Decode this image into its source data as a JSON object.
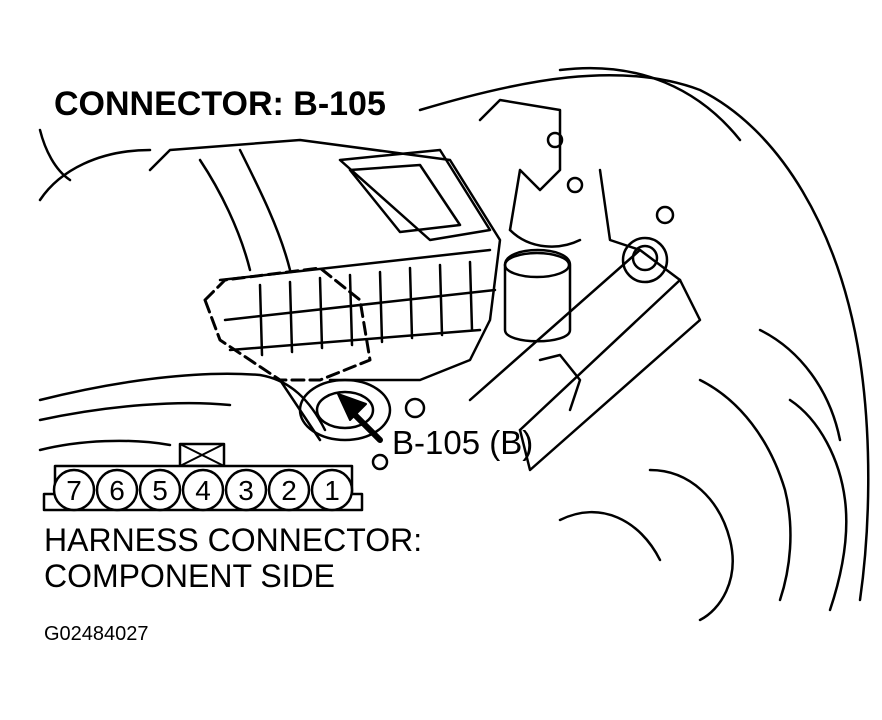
{
  "title": "CONNECTOR: B-105",
  "callout_label": "B-105 (B)",
  "harness_label": {
    "line1": "HARNESS CONNECTOR:",
    "line2": "COMPONENT SIDE"
  },
  "connector_pins": [
    "7",
    "6",
    "5",
    "4",
    "3",
    "2",
    "1"
  ],
  "figure_id": "G02484027"
}
